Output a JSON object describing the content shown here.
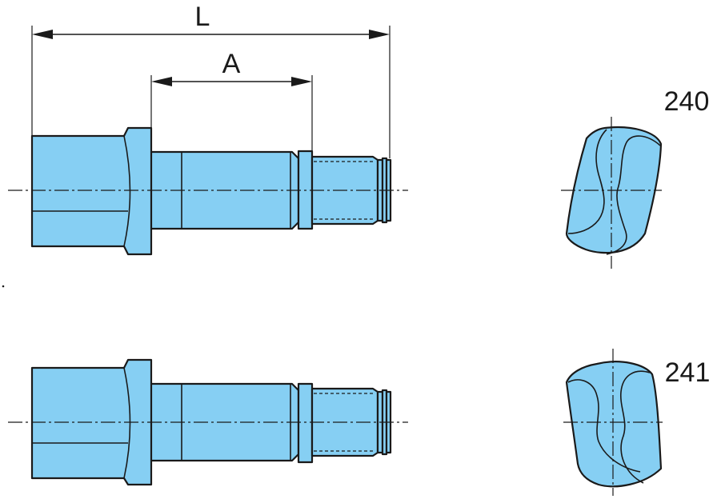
{
  "dimensions": {
    "overall_length_label": "L",
    "section_length_label": "A"
  },
  "variants": [
    {
      "number": "240"
    },
    {
      "number": "241"
    }
  ],
  "colors": {
    "part_fill": "#86cff3",
    "line": "#1a1a1a",
    "background": "#ffffff"
  }
}
